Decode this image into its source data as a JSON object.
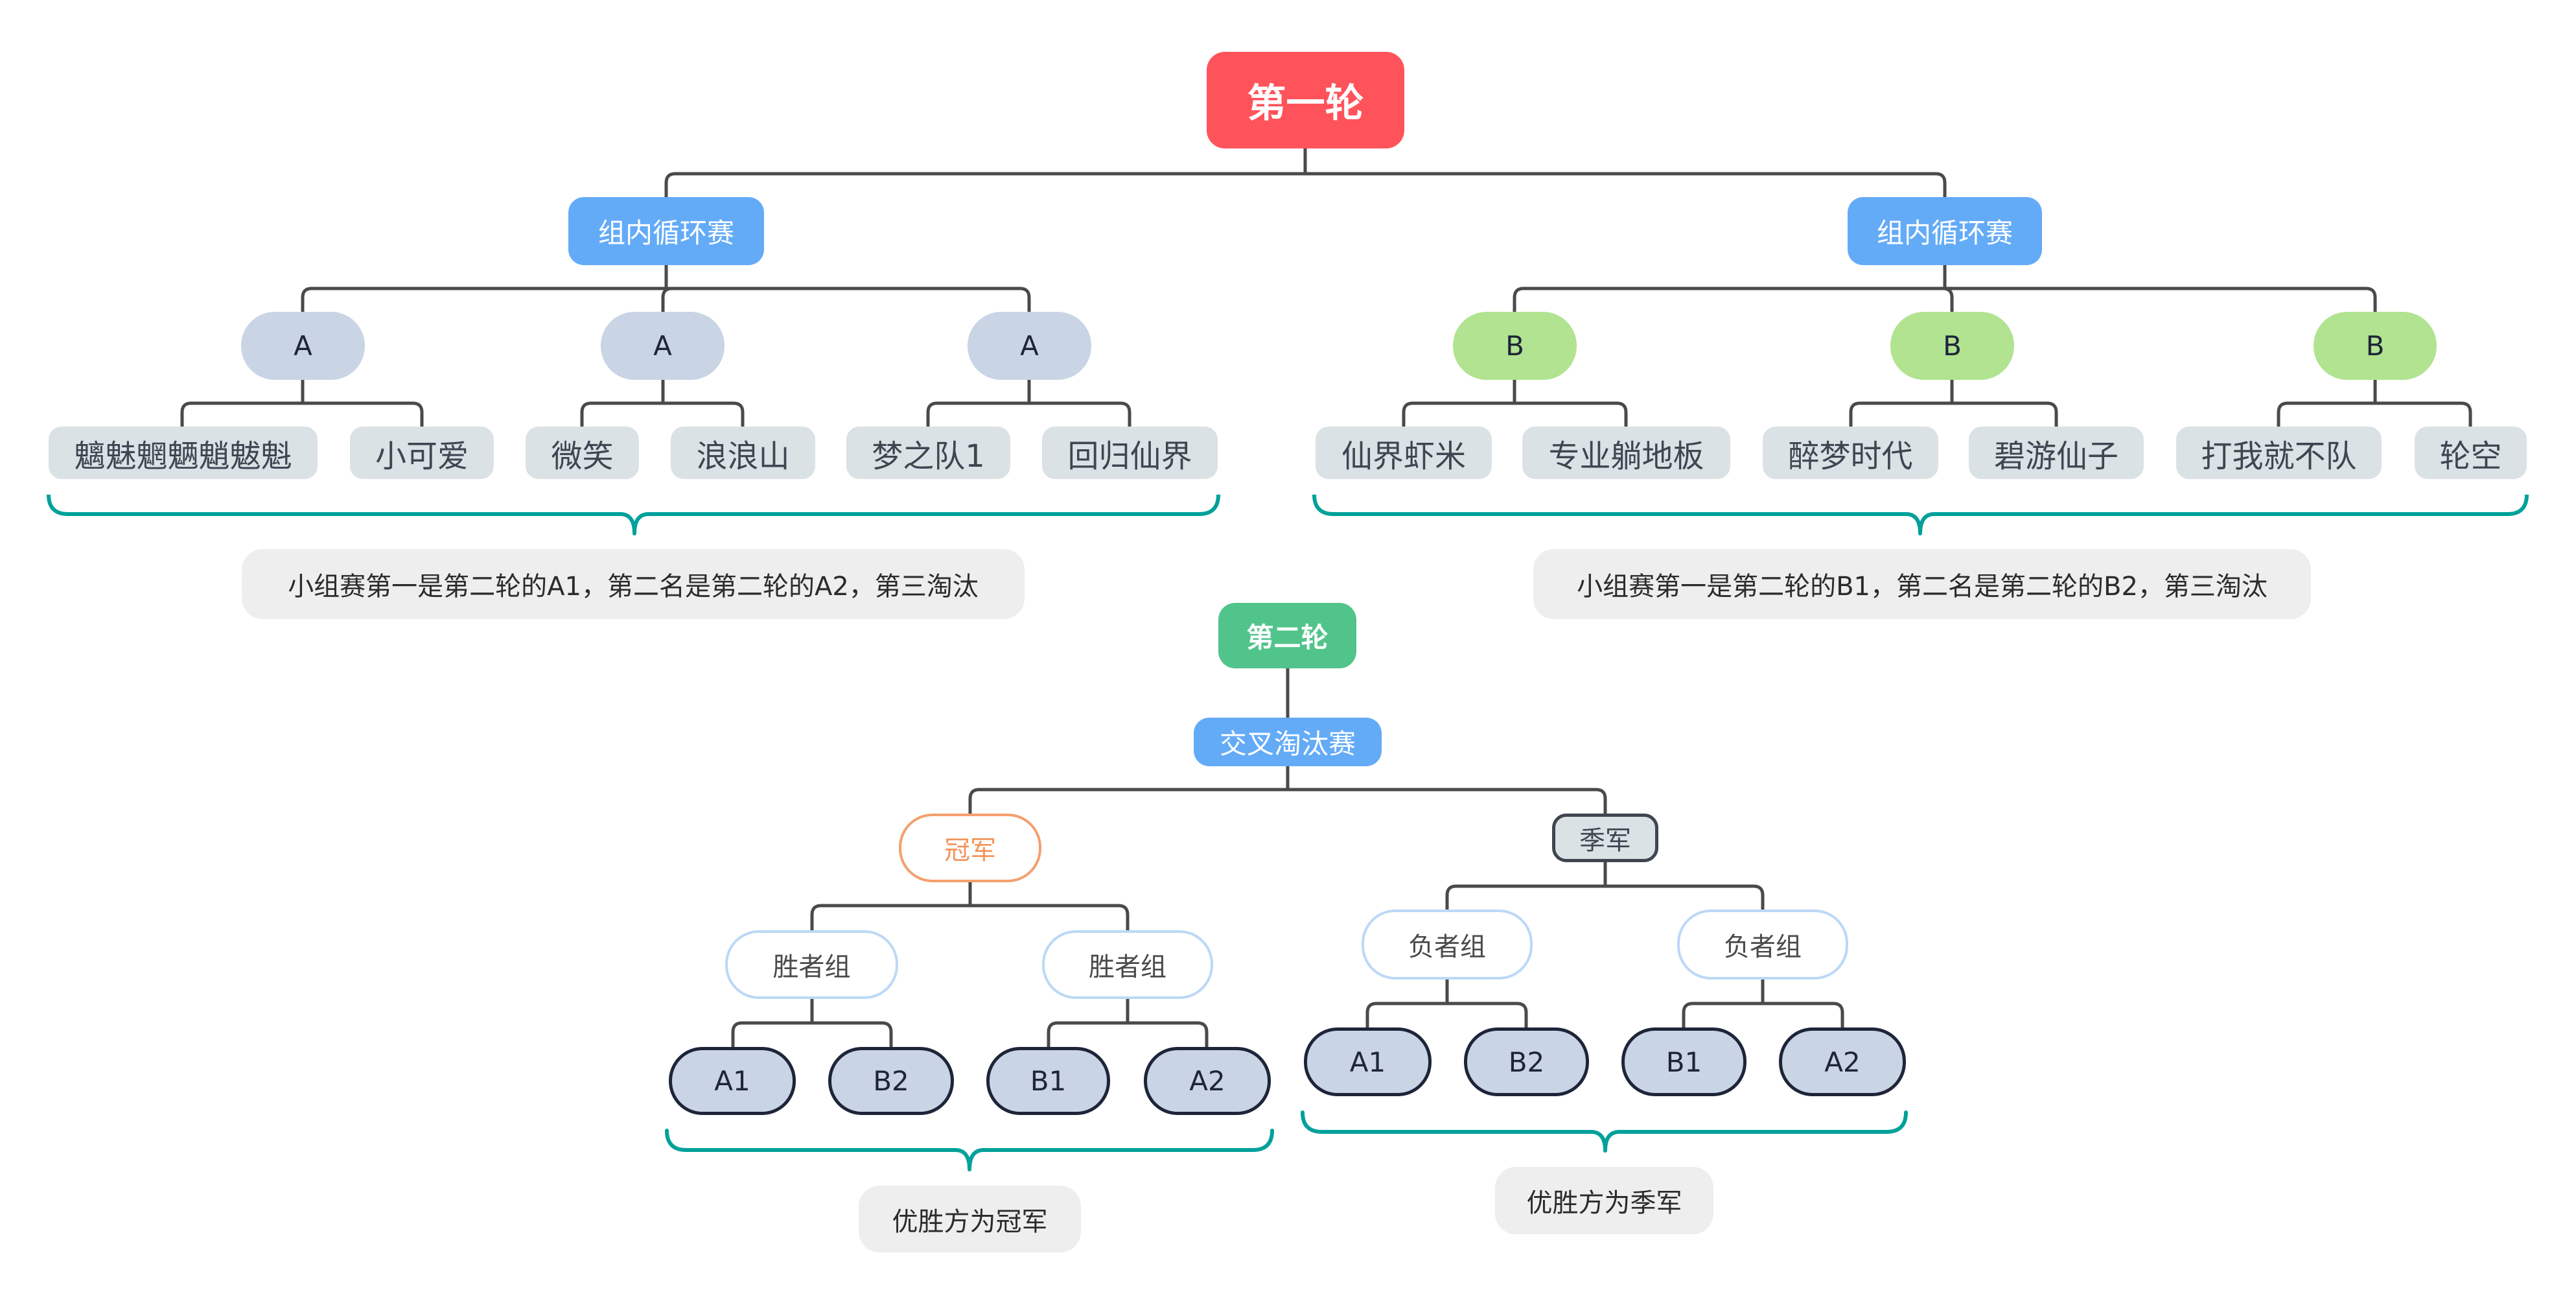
{
  "colors": {
    "connector": "#4a4a4a",
    "brace": "#00a19a",
    "root": "#ff535b",
    "round2": "#51c48b",
    "stage": "#64abf7",
    "group_a": "#c9d4e5",
    "group_b": "#b1e391",
    "team": "#dbe2e5",
    "summary": "#eeeeee",
    "champion_border": "#f3a06e",
    "bracket_border": "#bcd8f6"
  },
  "round1": {
    "title": "第一轮",
    "branches": [
      {
        "label": "组内循环赛",
        "groups": [
          {
            "label": "A",
            "teams": [
              "魑魅魍魉魈魃魁",
              "小可爱"
            ]
          },
          {
            "label": "A",
            "teams": [
              "微笑",
              "浪浪山"
            ]
          },
          {
            "label": "A",
            "teams": [
              "梦之队1",
              "回归仙界"
            ]
          }
        ],
        "summary": "小组赛第一是第二轮的A1，第二名是第二轮的A2，第三淘汰"
      },
      {
        "label": "组内循环赛",
        "groups": [
          {
            "label": "B",
            "teams": [
              "仙界虾米",
              "专业躺地板"
            ]
          },
          {
            "label": "B",
            "teams": [
              "醉梦时代",
              "碧游仙子"
            ]
          },
          {
            "label": "B",
            "teams": [
              "打我就不队",
              "轮空"
            ]
          }
        ],
        "summary": "小组赛第一是第二轮的B1，第二名是第二轮的B2，第三淘汰"
      }
    ]
  },
  "round2": {
    "title": "第二轮",
    "stage": "交叉淘汰赛",
    "branches": [
      {
        "label": "冠军",
        "subgroups": [
          {
            "label": "胜者组",
            "slots": [
              "A1",
              "B2"
            ]
          },
          {
            "label": "胜者组",
            "slots": [
              "B1",
              "A2"
            ]
          }
        ],
        "summary": "优胜方为冠军"
      },
      {
        "label": "季军",
        "subgroups": [
          {
            "label": "负者组",
            "slots": [
              "A1",
              "B2"
            ]
          },
          {
            "label": "负者组",
            "slots": [
              "B1",
              "A2"
            ]
          }
        ],
        "summary": "优胜方为季军"
      }
    ]
  }
}
